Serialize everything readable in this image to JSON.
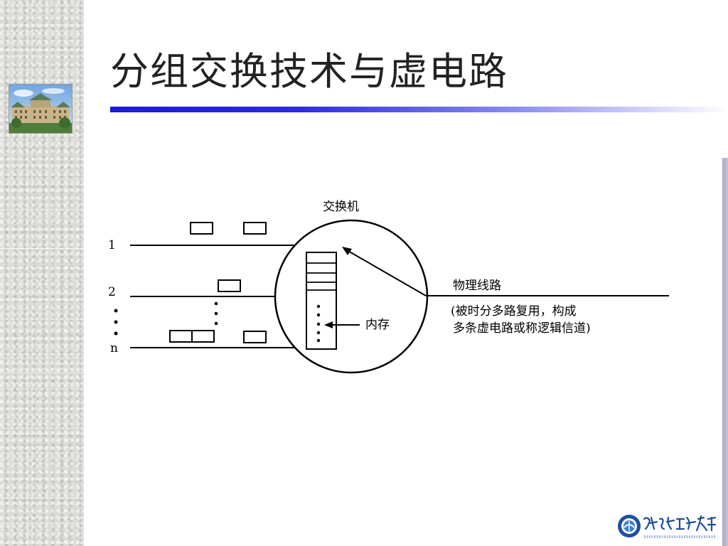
{
  "slide": {
    "title": "分组交换技术与虚电路"
  },
  "diagram": {
    "switch_label": "交换机",
    "line_labels": [
      "1",
      "2",
      "n"
    ],
    "memory_label": "内存",
    "physical_line_label": "物理线路",
    "note_line1": "(被时分多路复用，构成",
    "note_line2": "多条虚电路或称逻辑信道)"
  },
  "logo": {
    "name": "哈尔滨工程大学",
    "subtitle": "HARBIN ENGINEERING UNIVERSITY"
  },
  "colors": {
    "title_rule_start": "#1a1ad8",
    "right_bar": "#b0a8c8",
    "logo_blue": "#1e4fa0"
  }
}
